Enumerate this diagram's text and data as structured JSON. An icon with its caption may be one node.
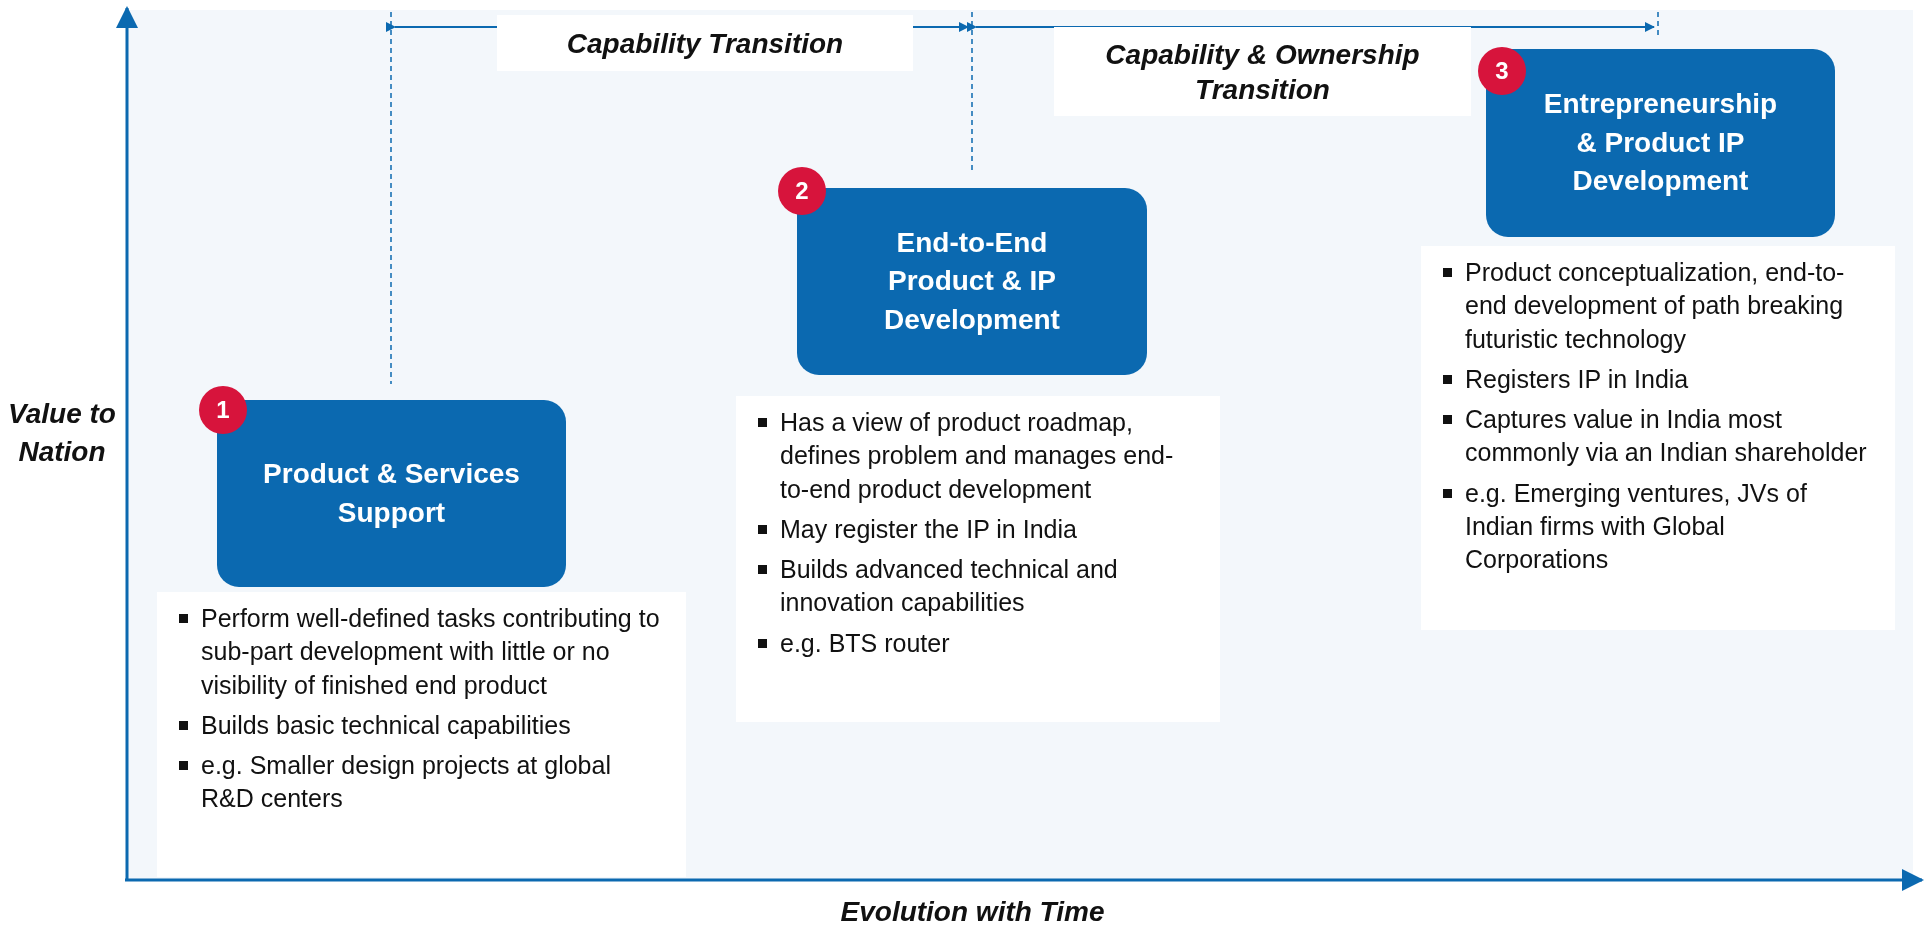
{
  "diagram": {
    "nodes": [
      {
        "text": [
          "Capability Transition"
        ]
      },
      {
        "text": [
          "Capability & Ownership Transition"
        ]
      },
      {
        "text": [
          "1"
        ]
      },
      {
        "text": [
          "Product & Services Support"
        ]
      },
      {
        "text": [
          "Perform well-defined tasks contributing to sub-part development with little or no visibility of finished end product",
          "Builds basic technical capabilities",
          "e.g. Smaller design projects at global R&D centers"
        ]
      },
      {
        "text": [
          "2"
        ]
      },
      {
        "text": [
          "End-to-End Product & IP Development"
        ]
      },
      {
        "text": [
          "Has a view of product roadmap, defines problem and manages end-to-end product development",
          "May register the IP in India",
          "Builds advanced technical and innovation capabilities",
          "e.g. BTS router"
        ]
      },
      {
        "text": [
          "3"
        ]
      },
      {
        "text": [
          "Entrepreneurship & Product IP Development"
        ]
      },
      {
        "text": [
          "Product conceptualization, end-to-end development of path breaking futuristic technology",
          "Registers IP in India",
          "Captures value in India most commonly via an Indian shareholder",
          "e.g. Emerging ventures, JVs of Indian firms with Global Corporations"
        ]
      }
    ],
    "labels": [
      "Value to Nation",
      "Evolution with Time"
    ]
  }
}
